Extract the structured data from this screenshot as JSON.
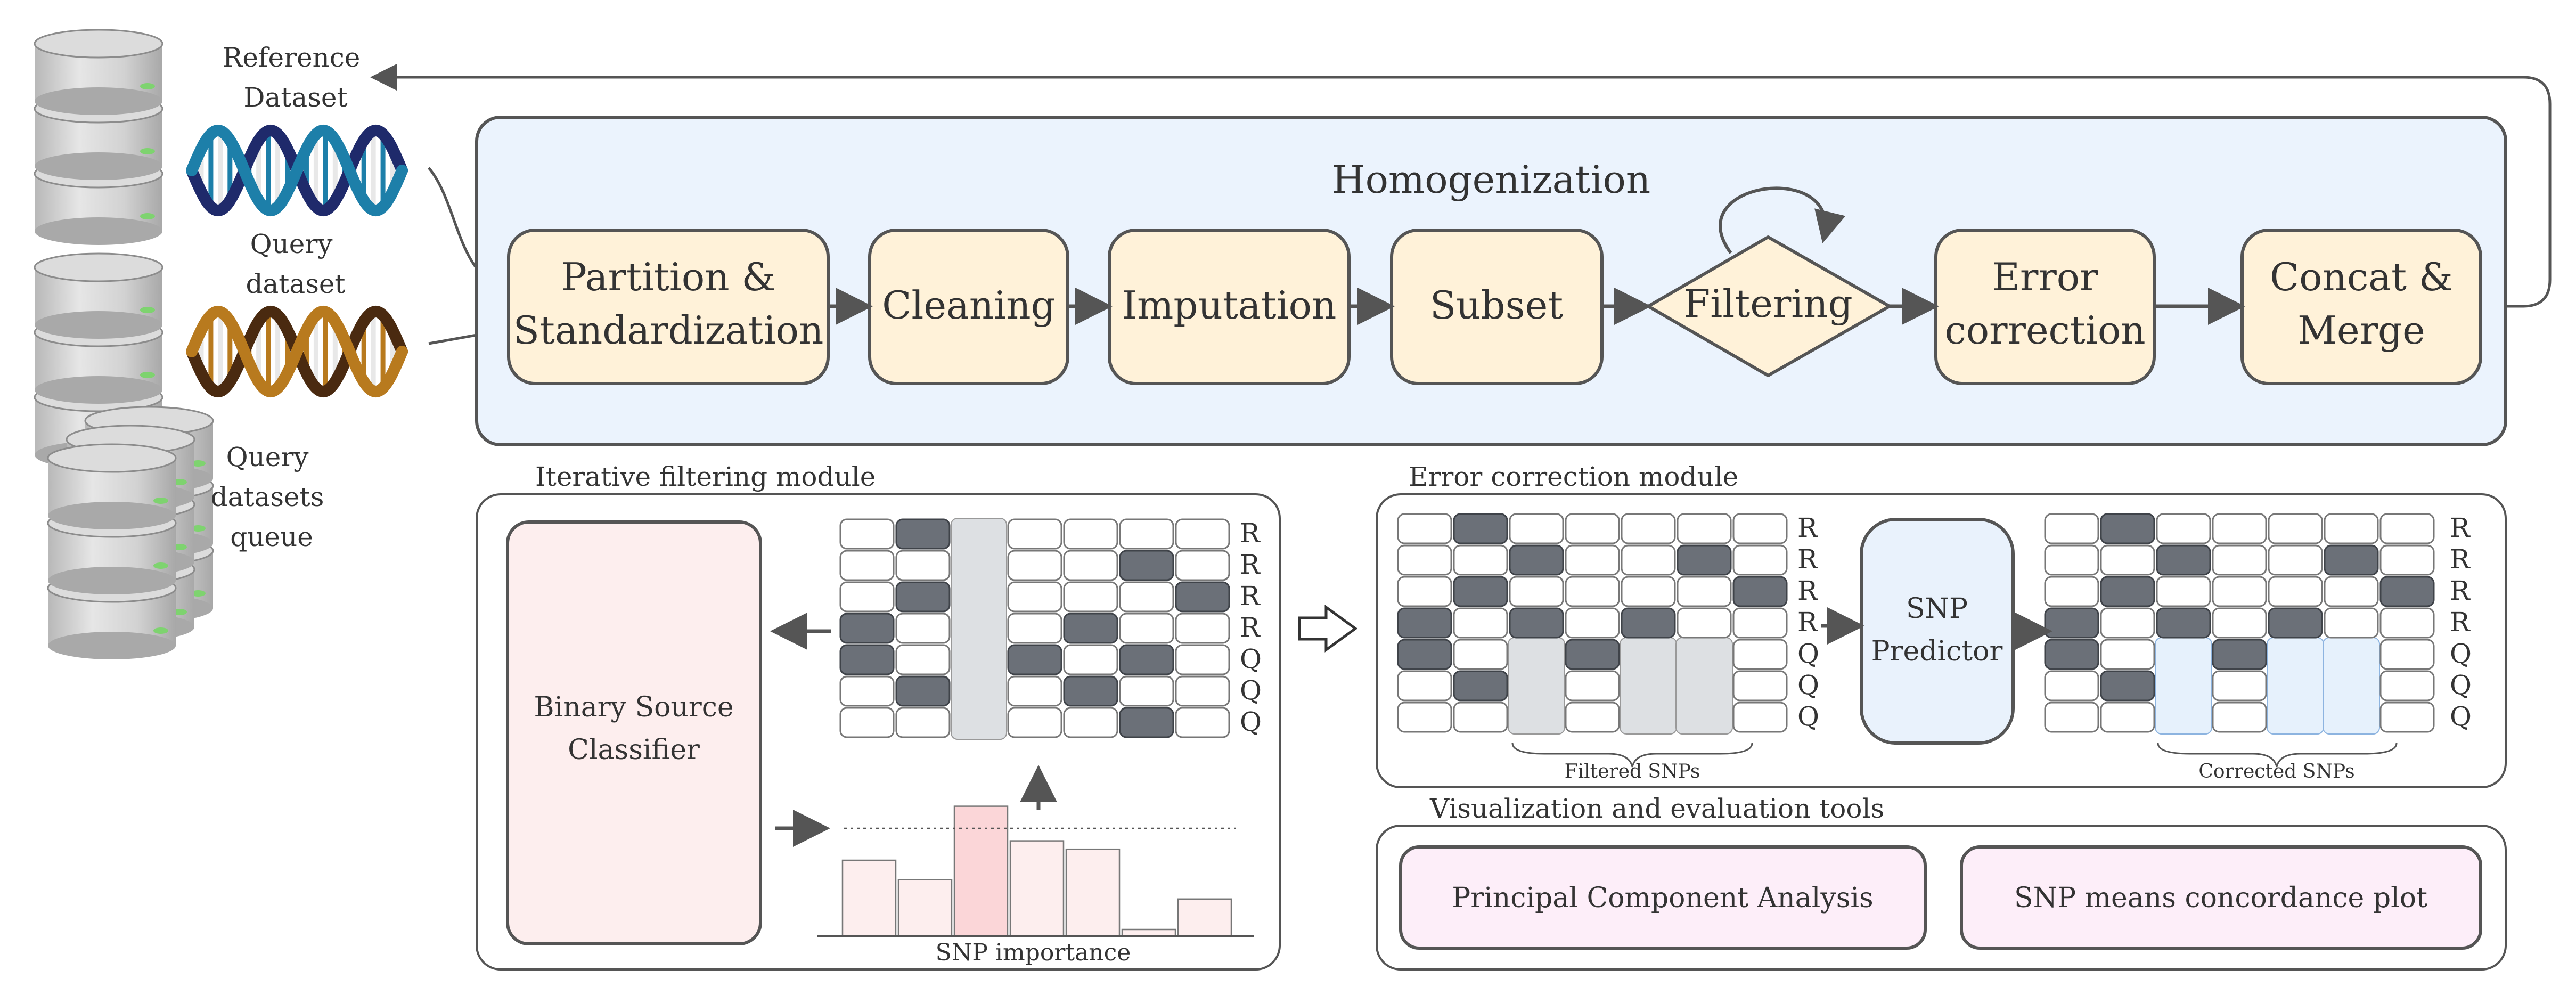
{
  "colors": {
    "stroke": "#555555",
    "homog_bg": "#ebf3fd",
    "step_fill": "#fff2d9",
    "cell_dark": "#6b7078",
    "cell_light": "#ffffff",
    "filtered_col": "#dde0e3",
    "corrected_col": "#e6f1fc",
    "corrected_stroke": "#8db4e0",
    "classifier_fill": "#fdeeee",
    "predictor_fill": "#e9f2fc",
    "bar_fill": "#fdeeee",
    "bar_highlight": "#fbd6d8",
    "tool_fill": "#fdeef9",
    "dna_blue_a": "#1d7fa9",
    "dna_blue_b": "#1f2a6b",
    "dna_brown_a": "#b87a1e",
    "dna_brown_b": "#4a2a10"
  },
  "left": {
    "reference_label": [
      "Reference",
      "Dataset"
    ],
    "query_label": [
      "Query",
      "dataset"
    ],
    "queue_label": [
      "Query",
      "datasets",
      "queue"
    ]
  },
  "homogenization": {
    "title": "Homogenization",
    "steps": [
      {
        "label": [
          "Partition &",
          "Standardization"
        ]
      },
      {
        "label": [
          "Cleaning"
        ]
      },
      {
        "label": [
          "Imputation"
        ]
      },
      {
        "label": [
          "Subset"
        ]
      },
      {
        "label": [
          "Filtering"
        ]
      },
      {
        "label": [
          "Error",
          "correction"
        ]
      },
      {
        "label": [
          "Concat &",
          "Merge"
        ]
      }
    ]
  },
  "filtering_module": {
    "title": "Iterative filtering module",
    "classifier_label": [
      "Binary Source",
      "Classifier"
    ],
    "row_labels": [
      "R",
      "R",
      "R",
      "R",
      "Q",
      "Q",
      "Q"
    ],
    "grid": [
      [
        0,
        1,
        0,
        0,
        0,
        0,
        0
      ],
      [
        0,
        0,
        0,
        0,
        0,
        1,
        0
      ],
      [
        0,
        1,
        0,
        0,
        0,
        0,
        1
      ],
      [
        1,
        0,
        0,
        0,
        1,
        0,
        0
      ],
      [
        1,
        0,
        0,
        1,
        0,
        1,
        0
      ],
      [
        0,
        1,
        0,
        0,
        1,
        0,
        0
      ],
      [
        0,
        0,
        0,
        0,
        0,
        1,
        0
      ]
    ],
    "highlight_column": 2,
    "importance": [
      0.55,
      0.41,
      0.94,
      0.69,
      0.63,
      0.05,
      0.27
    ],
    "importance_threshold": 0.78,
    "importance_label": "SNP importance"
  },
  "error_module": {
    "title": "Error correction module",
    "predictor_label": [
      "SNP",
      "Predictor"
    ],
    "row_labels": [
      "R",
      "R",
      "R",
      "R",
      "Q",
      "Q",
      "Q"
    ],
    "grid_before": [
      [
        0,
        1,
        0,
        0,
        0,
        0,
        0
      ],
      [
        0,
        0,
        1,
        0,
        0,
        1,
        0
      ],
      [
        0,
        1,
        0,
        0,
        0,
        0,
        1
      ],
      [
        1,
        0,
        1,
        0,
        1,
        0,
        0
      ],
      [
        1,
        0,
        0,
        1,
        0,
        0,
        0
      ],
      [
        0,
        1,
        0,
        0,
        0,
        0,
        0
      ],
      [
        0,
        0,
        0,
        0,
        0,
        0,
        0
      ]
    ],
    "grid_after": [
      [
        0,
        1,
        0,
        0,
        0,
        0,
        0
      ],
      [
        0,
        0,
        1,
        0,
        0,
        1,
        0
      ],
      [
        0,
        1,
        0,
        0,
        0,
        0,
        1
      ],
      [
        1,
        0,
        1,
        0,
        1,
        0,
        0
      ],
      [
        1,
        0,
        0,
        1,
        0,
        0,
        0
      ],
      [
        0,
        1,
        0,
        0,
        0,
        0,
        0
      ],
      [
        0,
        0,
        0,
        0,
        0,
        0,
        0
      ]
    ],
    "filtered_columns": [
      2,
      4,
      5
    ],
    "filtered_label": "Filtered SNPs",
    "corrected_label": "Corrected SNPs"
  },
  "tools": {
    "title": "Visualization and evaluation tools",
    "items": [
      {
        "label": "Principal Component Analysis"
      },
      {
        "label": "SNP means concordance plot"
      }
    ]
  }
}
